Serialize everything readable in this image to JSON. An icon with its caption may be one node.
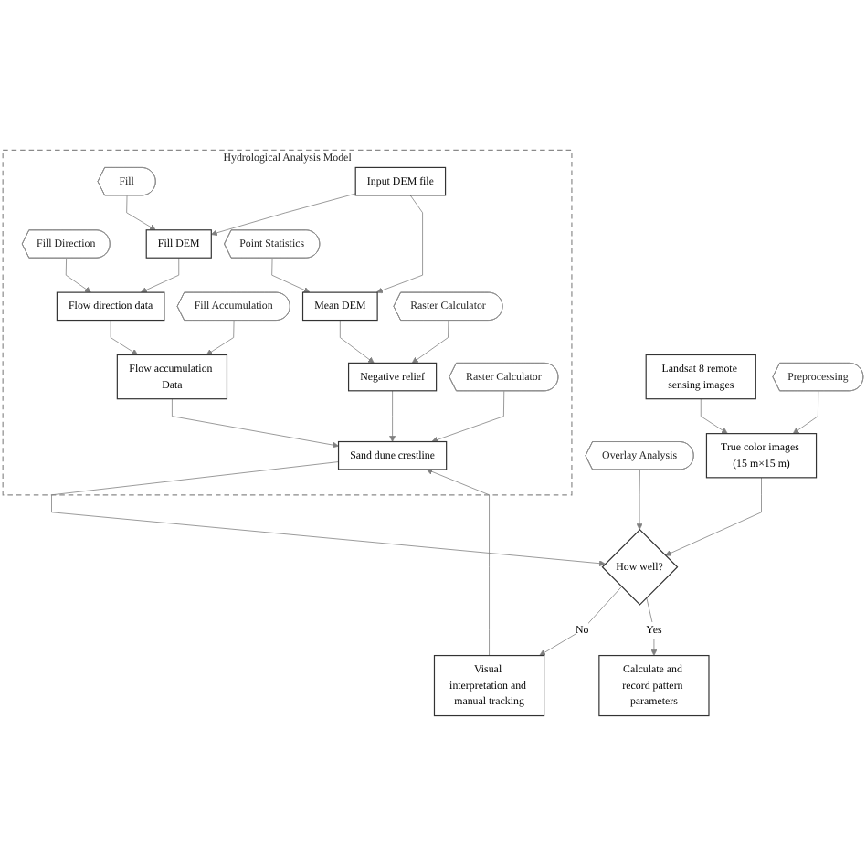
{
  "diagram": {
    "nodes": [
      {
        "text": [
          "Hydrological Analysis Model"
        ]
      },
      {
        "text": [
          "Input  DEM file"
        ],
        "in": 0
      },
      {
        "text": [
          "Fill"
        ],
        "in": 0
      },
      {
        "text": [
          "Fill DEM"
        ],
        "in": 0
      },
      {
        "text": [
          "Fill Direction"
        ],
        "in": 0
      },
      {
        "text": [
          "Point Statistics"
        ],
        "in": 0
      },
      {
        "text": [
          "Flow direction data"
        ],
        "in": 0
      },
      {
        "text": [
          "Mean DEM"
        ],
        "in": 0
      },
      {
        "text": [
          "Fill Accumulation"
        ],
        "in": 0
      },
      {
        "text": [
          "Raster Calculator"
        ],
        "in": 0
      },
      {
        "text": [
          "Flow accumulation Data"
        ],
        "in": 0
      },
      {
        "text": [
          "Negative relief"
        ],
        "in": 0
      },
      {
        "text": [
          "Landsat 8 remote sensing images"
        ]
      },
      {
        "text": [
          "Preprocessing"
        ]
      },
      {
        "text": [
          "Raster Calculator"
        ],
        "in": 0
      },
      {
        "text": [
          "Sand dune crestline"
        ],
        "in": 0
      },
      {
        "text": [
          "True color images (15 m×15 m)"
        ]
      },
      {
        "text": [
          "Visual interpretation and manual tracking"
        ]
      },
      {
        "text": [
          "Overlay Analysis"
        ]
      },
      {
        "text": [
          "How well?"
        ]
      },
      {
        "text": [
          "Calculate and record pattern parameters"
        ]
      }
    ],
    "edges": [
      {
        "from": 1,
        "to": 3,
        "arrow": "to"
      },
      {
        "from": 1,
        "to": 7,
        "arrow": "to"
      },
      {
        "from": 2,
        "to": 3,
        "arrow": "to"
      },
      {
        "from": 3,
        "to": 6,
        "arrow": "to"
      },
      {
        "from": 4,
        "to": 6,
        "arrow": "to"
      },
      {
        "from": 5,
        "to": 7,
        "arrow": "to"
      },
      {
        "from": 6,
        "to": 10,
        "arrow": "to"
      },
      {
        "from": 8,
        "to": 10,
        "arrow": "to"
      },
      {
        "from": 7,
        "to": 11,
        "arrow": "to"
      },
      {
        "from": 9,
        "to": 11,
        "arrow": "to"
      },
      {
        "from": 12,
        "to": 16,
        "arrow": "to"
      },
      {
        "from": 13,
        "to": 16,
        "arrow": "to"
      },
      {
        "from": 10,
        "to": 15,
        "arrow": "to"
      },
      {
        "from": 11,
        "to": 15,
        "arrow": "to"
      },
      {
        "from": 14,
        "to": 15,
        "arrow": "to"
      },
      {
        "from": 17,
        "to": 15,
        "arrow": "to"
      },
      {
        "from": 15,
        "to": 19,
        "arrow": "to"
      },
      {
        "from": 16,
        "to": 19,
        "arrow": "to"
      },
      {
        "from": 18,
        "to": 19,
        "arrow": "to"
      },
      {
        "from": 19,
        "to": 17,
        "arrow": "to",
        "label": "No"
      },
      {
        "from": 19,
        "to": 20,
        "arrow": "to",
        "label": "Yes"
      }
    ]
  }
}
